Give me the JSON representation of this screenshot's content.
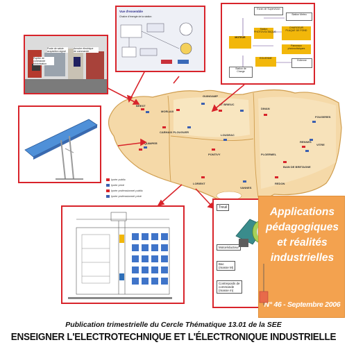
{
  "cover": {
    "panel_title": "Applications\npédagogiques\net réalités\nindustrielles",
    "issue": "N° 46 - Septembre 2006",
    "publication_line": "Publication trimestrielle du Cercle Thématique 13.01 de la SEE",
    "main_title": "ENSEIGNER L'ELECTROTECHNIQUE ET L'ÉLECTRONIQUE INDUSTRIELLE"
  },
  "colors": {
    "accent_red": "#d8232a",
    "orange_panel": "#f3a24f",
    "map_land": "#f5d9a8",
    "map_inner": "#f9e8c6",
    "map_border": "#cf9d4e",
    "sea": "#ffffff"
  },
  "map": {
    "cities": [
      {
        "name": "BREST",
        "id": "brest"
      },
      {
        "name": "QUIMPER",
        "id": "quimper"
      },
      {
        "name": "MORLAIX",
        "id": "morlaix"
      },
      {
        "name": "GUINGAMP",
        "id": "guingamp"
      },
      {
        "name": "ST BRIEUC",
        "id": "stbrieuc"
      },
      {
        "name": "DINAN",
        "id": "dinan"
      },
      {
        "name": "FOUGERES",
        "id": "fougeres"
      },
      {
        "name": "RENNES",
        "id": "rennes"
      },
      {
        "name": "LOUDEAC",
        "id": "loudeac"
      },
      {
        "name": "PONTIVY",
        "id": "pontivy"
      },
      {
        "name": "PLOERMEL",
        "id": "ploermel"
      },
      {
        "name": "LORIENT",
        "id": "lorient"
      },
      {
        "name": "VANNES",
        "id": "vannes"
      },
      {
        "name": "REDON",
        "id": "redon"
      },
      {
        "name": "VITRE",
        "id": "vitre"
      },
      {
        "name": "CARHAIX PLOUGUER",
        "id": "carhaix"
      },
      {
        "name": "BAIN DE BRETAGNE",
        "id": "bain"
      }
    ],
    "legend": [
      {
        "label": "lycée public",
        "color": "#d8232a"
      },
      {
        "label": "lycée privé",
        "color": "#3b5fb0"
      },
      {
        "label": "lycée professionnel public",
        "color": "#d8232a"
      },
      {
        "label": "lycée professionnel privé",
        "color": "#3b5fb0"
      }
    ]
  },
  "elevator_diagram": {
    "labels": [
      {
        "text": "Treuil"
      },
      {
        "text": "Motoréducteur"
      },
      {
        "text": "Bac\n(masse M)"
      },
      {
        "text": "Contrepoids de\ncommande\n(masse m)"
      }
    ]
  },
  "block_diagram": {
    "blocks": [
      {
        "text": "Ecran de Supervision"
      },
      {
        "text": "Station Meteo"
      },
      {
        "text": "MOTEUR"
      },
      {
        "text": "Station\nPHOTOVOLTAIQUE"
      },
      {
        "text": "CHARGEUR\nPLAQUE DE FOND"
      },
      {
        "text": "Panneaux\nphotovoltaïques"
      },
      {
        "text": "Eolienne"
      },
      {
        "text": "Station de\nCharge"
      },
      {
        "text": "EOLIENNE"
      }
    ]
  },
  "photo_panel": {
    "labels": [
      {
        "text": "Poste de saisie\nacquisition signal"
      },
      {
        "text": "Armoire électrique\nde commande"
      },
      {
        "text": "Pupitre de commande\nMotorisation"
      }
    ]
  },
  "screen_panel": {
    "title": "Vue d'ensemble",
    "subtitle": "Chaîne d'énergie de la station"
  }
}
